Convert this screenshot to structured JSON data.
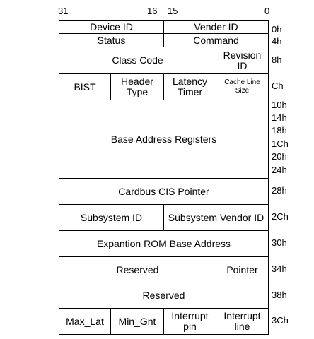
{
  "bit_labels": {
    "b31": "31",
    "b16": "16",
    "b15": "15",
    "b0": "0"
  },
  "rows": {
    "r0": {
      "device_id": "Device ID",
      "vender_id": "Vender ID",
      "offset": "0h"
    },
    "r4": {
      "status": "Status",
      "command": "Command",
      "offset": "4h"
    },
    "r8": {
      "class_code": "Class Code",
      "revision_id": "Revision ID",
      "offset": "8h"
    },
    "rC": {
      "bist": "BIST",
      "header_type": "Header Type",
      "latency_timer": "Latency Timer",
      "cache_line_size": "Cache Line Size",
      "offset": "Ch"
    },
    "bar": {
      "label": "Base Address Registers",
      "offsets": [
        "10h",
        "14h",
        "18h",
        "1Ch",
        "20h",
        "24h"
      ]
    },
    "r28": {
      "label": "Cardbus CIS Pointer",
      "offset": "28h"
    },
    "r2C": {
      "subsystem_id": "Subsystem ID",
      "subsystem_vendor_id": "Subsystem Vendor ID",
      "offset": "2Ch"
    },
    "r30": {
      "label": "Expantion ROM Base Address",
      "offset": "30h"
    },
    "r34": {
      "reserved": "Reserved",
      "pointer": "Pointer",
      "offset": "34h"
    },
    "r38": {
      "reserved": "Reserved",
      "offset": "38h"
    },
    "r3C": {
      "max_lat": "Max_Lat",
      "min_gnt": "Min_Gnt",
      "interrupt_pin": "Interrupt pin",
      "interrupt_line": "Interrupt line",
      "offset": "3Ch"
    }
  }
}
